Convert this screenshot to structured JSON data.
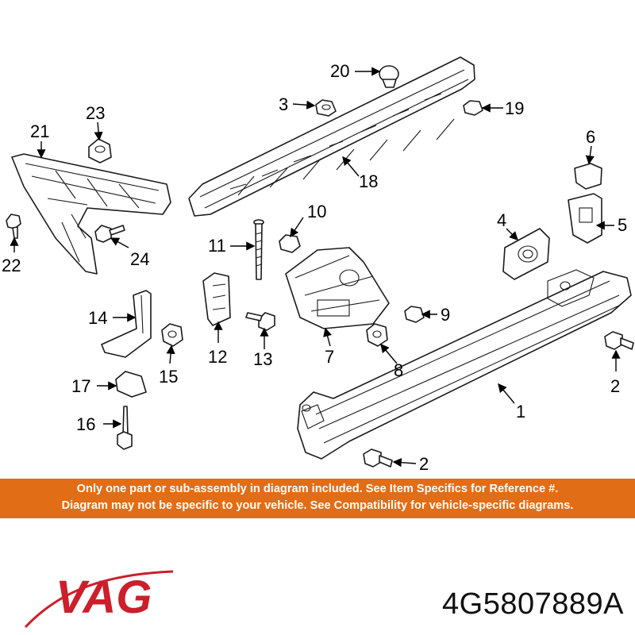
{
  "diagram": {
    "callouts": [
      {
        "id": "label-20",
        "text": "20"
      },
      {
        "id": "label-3",
        "text": "3"
      },
      {
        "id": "label-19",
        "text": "19"
      },
      {
        "id": "label-23",
        "text": "23"
      },
      {
        "id": "label-21",
        "text": "21"
      },
      {
        "id": "label-6",
        "text": "6"
      },
      {
        "id": "label-18",
        "text": "18"
      },
      {
        "id": "label-22",
        "text": "22"
      },
      {
        "id": "label-24",
        "text": "24"
      },
      {
        "id": "label-10",
        "text": "10"
      },
      {
        "id": "label-11",
        "text": "11"
      },
      {
        "id": "label-4",
        "text": "4"
      },
      {
        "id": "label-5",
        "text": "5"
      },
      {
        "id": "label-14",
        "text": "14"
      },
      {
        "id": "label-12",
        "text": "12"
      },
      {
        "id": "label-13",
        "text": "13"
      },
      {
        "id": "label-7",
        "text": "7"
      },
      {
        "id": "label-9",
        "text": "9"
      },
      {
        "id": "label-15",
        "text": "15"
      },
      {
        "id": "label-8",
        "text": "8"
      },
      {
        "id": "label-17",
        "text": "17"
      },
      {
        "id": "label-2a",
        "text": "2"
      },
      {
        "id": "label-1",
        "text": "1"
      },
      {
        "id": "label-16",
        "text": "16"
      },
      {
        "id": "label-2b",
        "text": "2"
      }
    ]
  },
  "disclaimer": {
    "line1": "Only one part or sub-assembly in diagram included. See Item Specifics for Reference #.",
    "line2": "Diagram may not be specific to your vehicle. See Compatibility for vehicle-specific diagrams."
  },
  "brand": {
    "name": "VAG",
    "color": "#cc1f2b"
  },
  "part_number": "4G5807889A",
  "colors": {
    "banner": "#e26d17",
    "banner_text": "#ffffff"
  }
}
